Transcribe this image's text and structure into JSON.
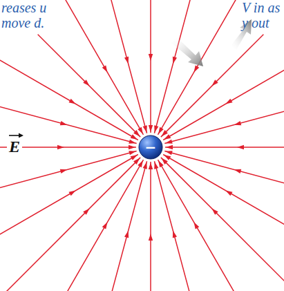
{
  "diagram": {
    "nodes": [
      {
        "text": [
          "−"
        ]
      }
    ],
    "labels": [
      "reases u move d.",
      "V in as y out",
      "E"
    ]
  }
}
